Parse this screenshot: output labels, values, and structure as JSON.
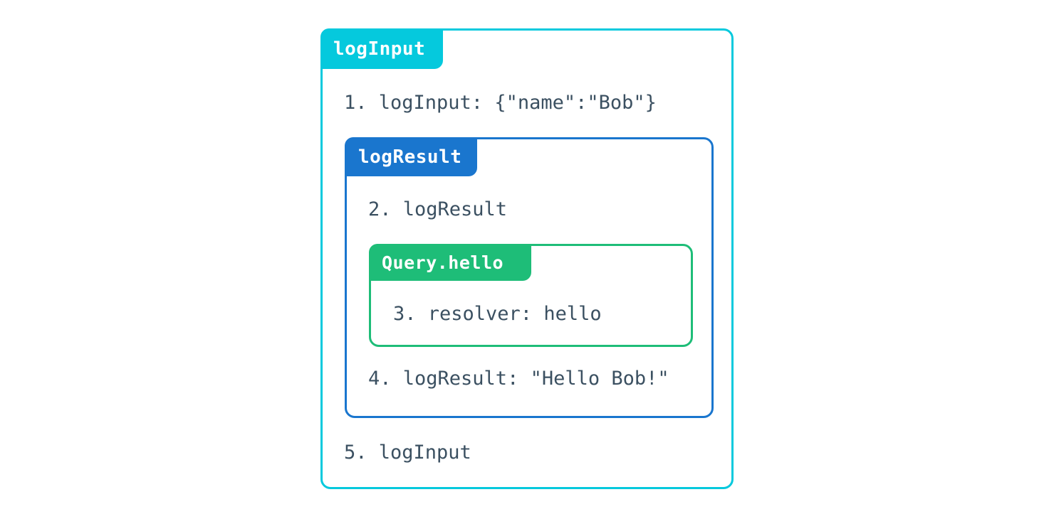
{
  "diagram": {
    "title": "logInput",
    "outer_box": {
      "label": "logInput",
      "border_color": "#05c9dd",
      "tab_color": "#05c9dd",
      "lines": [
        {
          "id": "line-1",
          "text": "1. logInput: {\"name\":\"Bob\"}"
        },
        {
          "id": "line-5",
          "text": "5. logInput"
        }
      ]
    },
    "middle_box": {
      "label": "logResult",
      "border_color": "#1a76ce",
      "tab_color": "#1a76ce",
      "lines": [
        {
          "id": "line-2",
          "text": "2. logResult"
        },
        {
          "id": "line-4",
          "text": "4. logResult: \"Hello Bob!\""
        }
      ]
    },
    "inner_box": {
      "label": "Query.hello",
      "border_color": "#1ebd78",
      "tab_color": "#1ebd78",
      "lines": [
        {
          "id": "line-3",
          "text": "3. resolver: hello"
        }
      ]
    },
    "text_color": "#3b5061",
    "background": "#ffffff"
  }
}
